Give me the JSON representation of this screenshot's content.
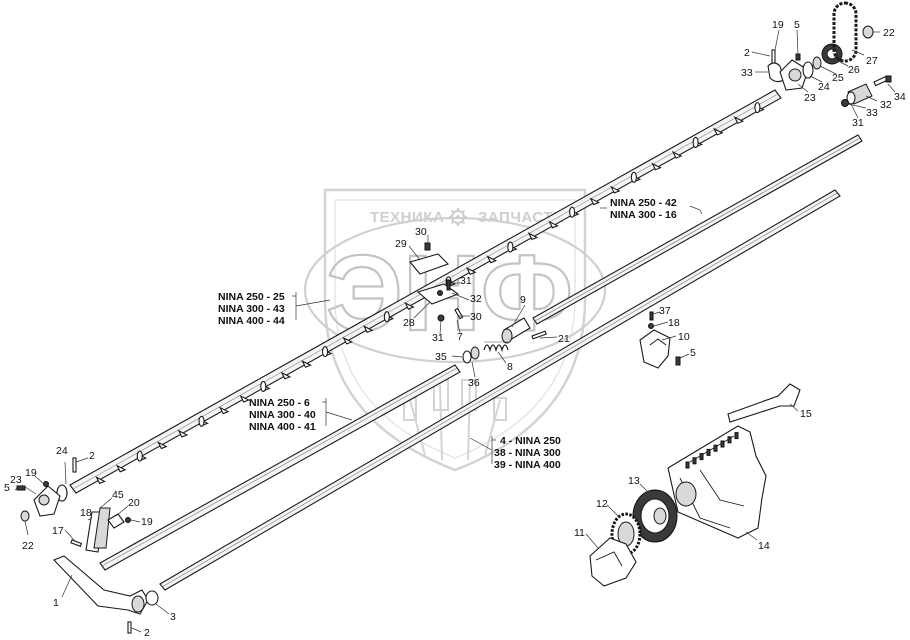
{
  "watermark": {
    "left_word": "ТЕХНИКА",
    "right_word": "ЗАПЧАСТИ",
    "monogram": "ЭНФ",
    "gear_icon": "gear-icon"
  },
  "groups": {
    "shaft_top": [
      "NINA 250 - 42",
      "NINA 300 - 16"
    ],
    "auger": [
      "NINA 250 - 25",
      "NINA 300 - 43",
      "NINA 400 - 44"
    ],
    "rod_mid": [
      "NINA 250 -  6",
      "NINA 300 - 40",
      "NINA 400 - 41"
    ],
    "rod_low": [
      "4 - NINA 250",
      "38 - NINA 300",
      "39 - NINA 400"
    ]
  },
  "callouts": [
    {
      "id": "c1",
      "label": "19"
    },
    {
      "id": "c2",
      "label": "5"
    },
    {
      "id": "c3",
      "label": "2"
    },
    {
      "id": "c4",
      "label": "33"
    },
    {
      "id": "c5",
      "label": "23"
    },
    {
      "id": "c6",
      "label": "24"
    },
    {
      "id": "c7",
      "label": "25"
    },
    {
      "id": "c8",
      "label": "26"
    },
    {
      "id": "c9",
      "label": "27"
    },
    {
      "id": "c10",
      "label": "22"
    },
    {
      "id": "c11",
      "label": "32"
    },
    {
      "id": "c12",
      "label": "34"
    },
    {
      "id": "c13",
      "label": "33"
    },
    {
      "id": "c14",
      "label": "31"
    },
    {
      "id": "c15",
      "label": "30"
    },
    {
      "id": "c16",
      "label": "29"
    },
    {
      "id": "c17",
      "label": "31"
    },
    {
      "id": "c18",
      "label": "32"
    },
    {
      "id": "c19",
      "label": "28"
    },
    {
      "id": "c20",
      "label": "30"
    },
    {
      "id": "c21",
      "label": "31"
    },
    {
      "id": "c22",
      "label": "7"
    },
    {
      "id": "c23",
      "label": "9"
    },
    {
      "id": "c24",
      "label": "21"
    },
    {
      "id": "c25",
      "label": "35"
    },
    {
      "id": "c26",
      "label": "8"
    },
    {
      "id": "c27",
      "label": "36"
    },
    {
      "id": "c28",
      "label": "37"
    },
    {
      "id": "c29",
      "label": "18"
    },
    {
      "id": "c30",
      "label": "10"
    },
    {
      "id": "c31",
      "label": "5"
    },
    {
      "id": "c32",
      "label": "15"
    },
    {
      "id": "c33",
      "label": "24"
    },
    {
      "id": "c34",
      "label": "2"
    },
    {
      "id": "c35",
      "label": "23"
    },
    {
      "id": "c36",
      "label": "19"
    },
    {
      "id": "c37",
      "label": "5"
    },
    {
      "id": "c38",
      "label": "22"
    },
    {
      "id": "c39",
      "label": "45"
    },
    {
      "id": "c40",
      "label": "18"
    },
    {
      "id": "c41",
      "label": "20"
    },
    {
      "id": "c42",
      "label": "19"
    },
    {
      "id": "c43",
      "label": "17"
    },
    {
      "id": "c44",
      "label": "1"
    },
    {
      "id": "c45",
      "label": "3"
    },
    {
      "id": "c46",
      "label": "2"
    },
    {
      "id": "c47",
      "label": "13"
    },
    {
      "id": "c48",
      "label": "12"
    },
    {
      "id": "c49",
      "label": "11"
    },
    {
      "id": "c50",
      "label": "14"
    }
  ]
}
